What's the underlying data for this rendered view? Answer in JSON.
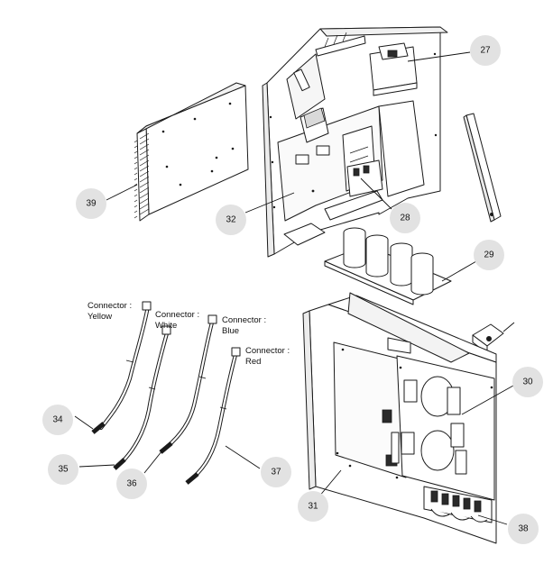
{
  "callouts": [
    {
      "id": "c27",
      "label": "27"
    },
    {
      "id": "c28",
      "label": "28"
    },
    {
      "id": "c29",
      "label": "29"
    },
    {
      "id": "c30",
      "label": "30"
    },
    {
      "id": "c31",
      "label": "31"
    },
    {
      "id": "c32",
      "label": "32"
    },
    {
      "id": "c34",
      "label": "34"
    },
    {
      "id": "c35",
      "label": "35"
    },
    {
      "id": "c36",
      "label": "36"
    },
    {
      "id": "c37",
      "label": "37"
    },
    {
      "id": "c38",
      "label": "38"
    },
    {
      "id": "c39",
      "label": "39"
    }
  ],
  "connectors": {
    "yellow": {
      "line1": "Connector :",
      "line2": "Yellow"
    },
    "white": {
      "line1": "Connector :",
      "line2": "White"
    },
    "blue": {
      "line1": "Connector :",
      "line2": "Blue"
    },
    "red": {
      "line1": "Connector :",
      "line2": "Red"
    }
  }
}
